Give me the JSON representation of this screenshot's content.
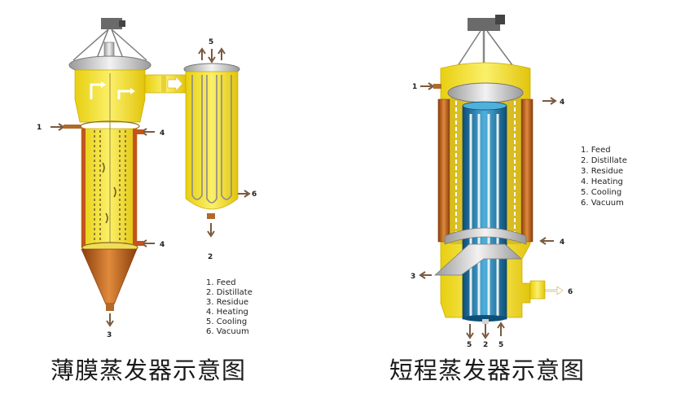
{
  "left": {
    "caption": "薄膜蒸发器示意图",
    "ports": {
      "feed": "1",
      "distillate": "2",
      "residue": "3",
      "heating_top": "4",
      "heating_bottom": "4",
      "cooling": "5",
      "vacuum": "6"
    },
    "legend": [
      "1. Feed",
      "2. Distillate",
      "3. Residue",
      "4. Heating",
      "5. Cooling",
      "6. Vacuum"
    ]
  },
  "right": {
    "caption": "短程蒸发器示意图",
    "ports": {
      "feed": "1",
      "residue": "3",
      "heating_top": "4",
      "heating_bottom": "4",
      "vacuum": "6",
      "cooling_left": "5",
      "distillate": "2",
      "cooling_right": "5"
    },
    "legend": [
      "1. Feed",
      "2. Distillate",
      "3. Residue",
      "4. Heating",
      "5. Cooling",
      "6. Vacuum"
    ]
  },
  "colors": {
    "yellow": "#f7e51e",
    "copper": "#c9651c",
    "steel": "#d4d4d4",
    "blue": "#1f7fb0",
    "arrow": "#7a5a3f"
  }
}
